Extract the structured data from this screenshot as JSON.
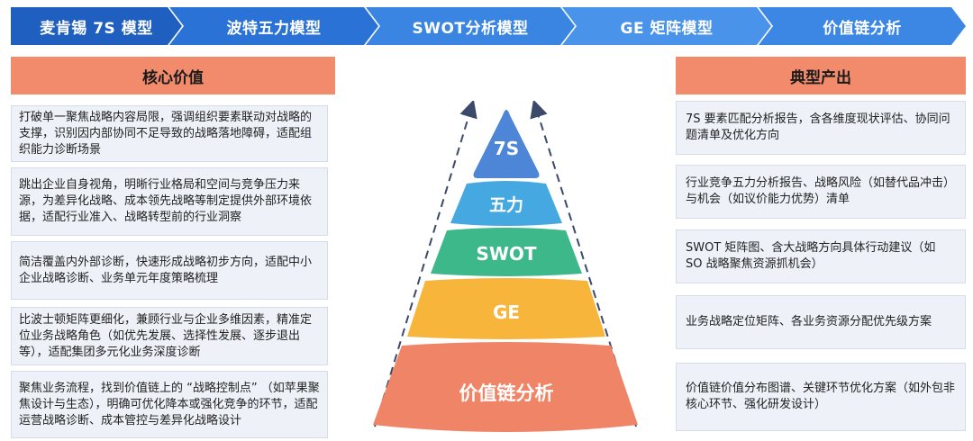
{
  "steps": [
    {
      "label": "麦肯锡 7S 模型",
      "color": "#1f5fbf"
    },
    {
      "label": "波特五力模型",
      "color": "#2a72d6"
    },
    {
      "label": "SWOT分析模型",
      "color": "#3a85e2"
    },
    {
      "label": "GE 矩阵模型",
      "color": "#4a93ea"
    },
    {
      "label": "价值链分析",
      "color": "#3d87e4"
    }
  ],
  "left_title": "核心价值",
  "right_title": "典型产出",
  "core_values": [
    "打破单一聚焦战略内容局限，强调组织要素联动对战略的支撑，识别因内部协同不足导致的战略落地障碍，适配组织能力诊断场景",
    "跳出企业自身视角，明晰行业格局和空间与竞争压力来源，为差异化战略、成本领先战略等制定提供外部环境依据，适配行业准入、战略转型前的行业洞察",
    "简洁覆盖内外部诊断，快速形成战略初步方向，适配中小企业战略诊断、业务单元年度策略梳理",
    "比波士顿矩阵更细化，兼顾行业与企业多维因素，精准定位业务战略角色（如优先发展、选择性发展、逐步退出等），适配集团多元化业务深度诊断",
    "聚焦业务流程，找到价值链上的 “战略控制点” （如苹果聚焦设计与生态），明确可优化降本或强化竞争的环节，适配运营战略诊断、成本管控与差异化战略设计"
  ],
  "outputs": [
    "7S 要素匹配分析报告，含各维度现状评估、协同问题清单及优化方向",
    "行业竞争五力分析报告、战略风险（如替代品冲击）与机会（如议价能力优势）清单",
    "SWOT 矩阵图、含大战略方向具体行动建议（如 SO 战略聚焦资源抓机会）",
    "业务战略定位矩阵、各业务资源分配优先级方案",
    "价值链价值分布图谱、关键环节优化方案（如外包非核心环节、强化研发设计）"
  ],
  "pyramid": [
    {
      "label": "7S",
      "color": "#4d86d6"
    },
    {
      "label": "五力",
      "color": "#45a8e0"
    },
    {
      "label": "SWOT",
      "color": "#3cb88a"
    },
    {
      "label": "GE",
      "color": "#f7b53b"
    },
    {
      "label": "价值链分析",
      "color": "#ef8466"
    }
  ],
  "colors": {
    "accent_header": "#f28b6c",
    "box_bg": "#eef1f8",
    "arrow": "#3b4a6b"
  }
}
